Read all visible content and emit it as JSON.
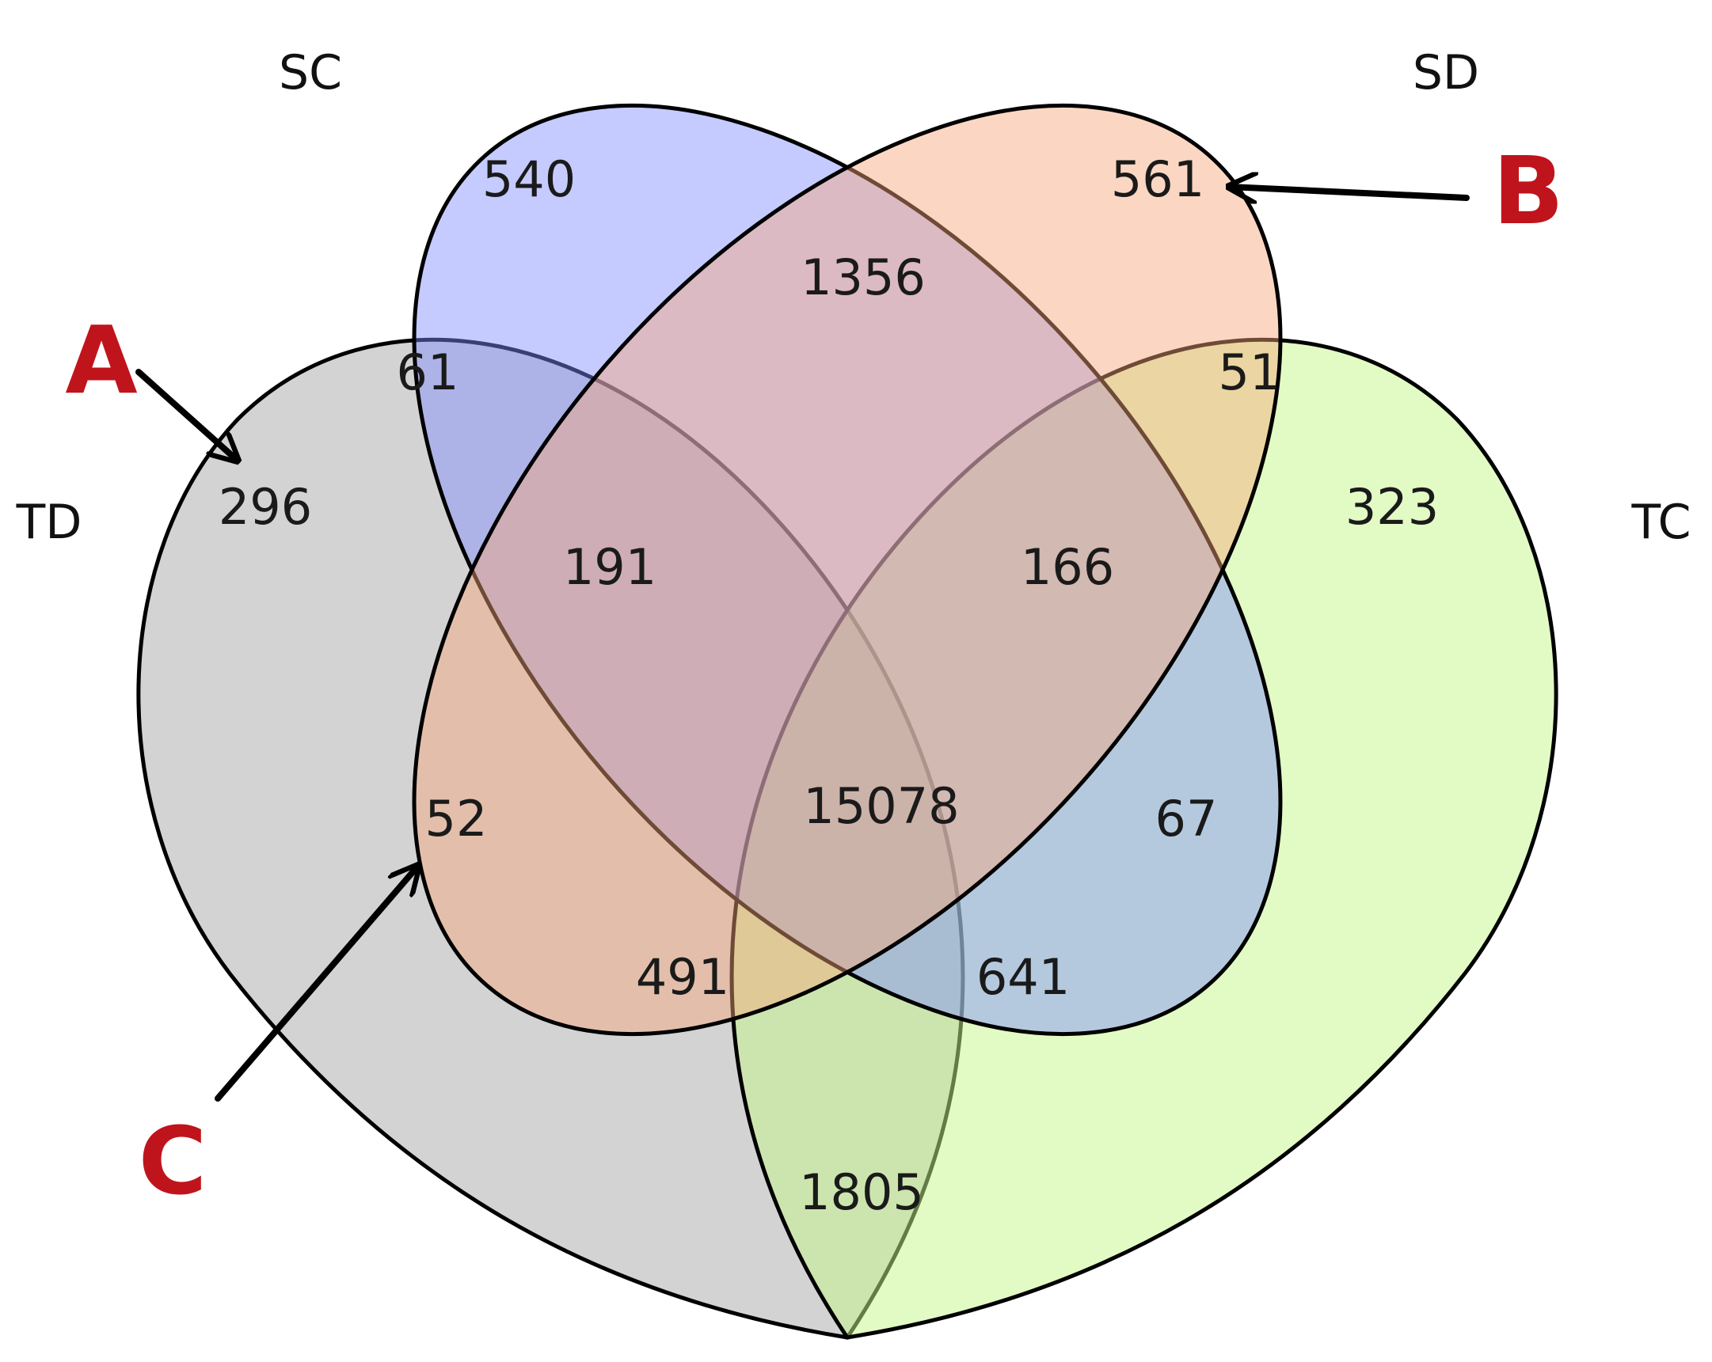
{
  "sets": {
    "sc": {
      "label": "SC",
      "color": "#7f8cff"
    },
    "sd": {
      "label": "SD",
      "color": "#f7a77a"
    },
    "td": {
      "label": "TD",
      "color": "#a8a8a8"
    },
    "tc": {
      "label": "TC",
      "color": "#c6f78a"
    }
  },
  "regions": {
    "sc_only": "540",
    "sd_only": "561",
    "td_only": "296",
    "tc_only": "323",
    "sc_sd": "1356",
    "sc_td": "61",
    "sd_tc": "51",
    "sc_sd_td": "191",
    "sc_sd_tc": "166",
    "all": "15078",
    "sd_td": "52",
    "sc_tc": "67",
    "sd_td_tc": "491",
    "sc_td_tc": "641",
    "td_tc": "1805"
  },
  "callouts": {
    "a": {
      "label": "A",
      "color": "#c0141c"
    },
    "b": {
      "label": "B",
      "color": "#c0141c"
    },
    "c": {
      "label": "C",
      "color": "#c0141c"
    }
  }
}
